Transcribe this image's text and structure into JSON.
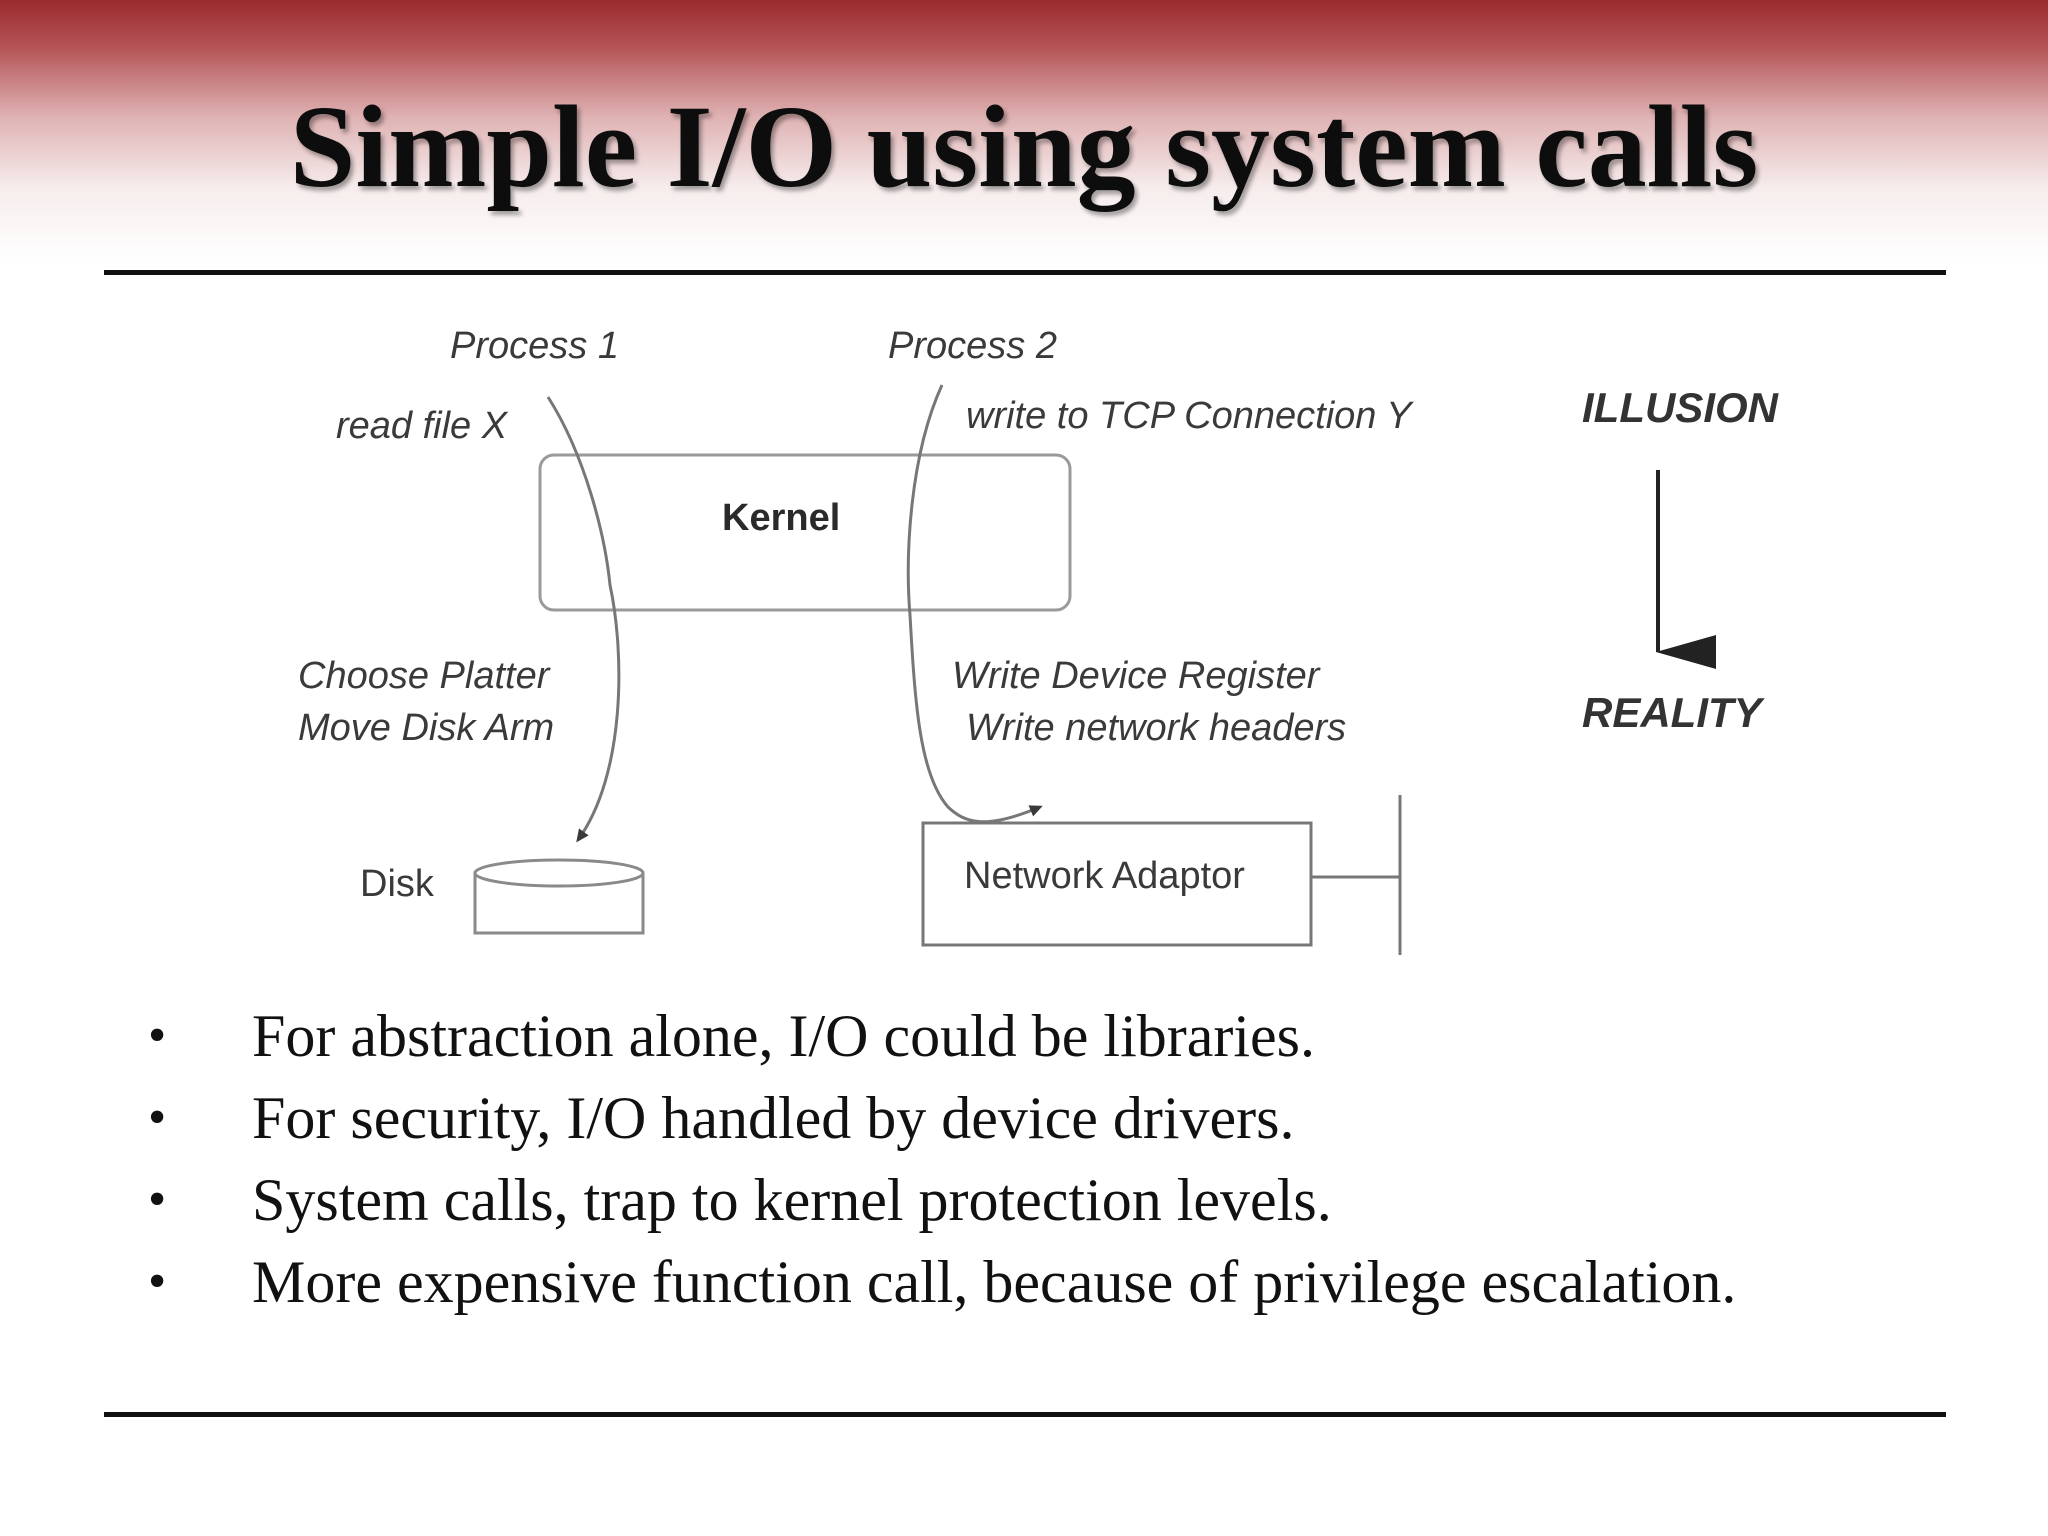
{
  "slide": {
    "title": "Simple I/O using system calls"
  },
  "diagram": {
    "process1_label": "Process 1",
    "process2_label": "Process 2",
    "process1_action": "read file X",
    "process2_action": "write to TCP Connection Y",
    "kernel_label": "Kernel",
    "disk_ops_line1": "Choose Platter",
    "disk_ops_line2": "Move Disk Arm",
    "net_ops_line1": "Write Device Register",
    "net_ops_line2": "Write network headers",
    "disk_label": "Disk",
    "network_adaptor_label": "Network Adaptor",
    "illusion_label": "ILLUSION",
    "reality_label": "REALITY"
  },
  "bullets": [
    "For abstraction alone, I/O could be libraries.",
    "For security, I/O handled by device drivers.",
    "System calls, trap to kernel protection levels.",
    "More expensive function call, because of privilege escalation."
  ],
  "bullet_glyph": "•"
}
